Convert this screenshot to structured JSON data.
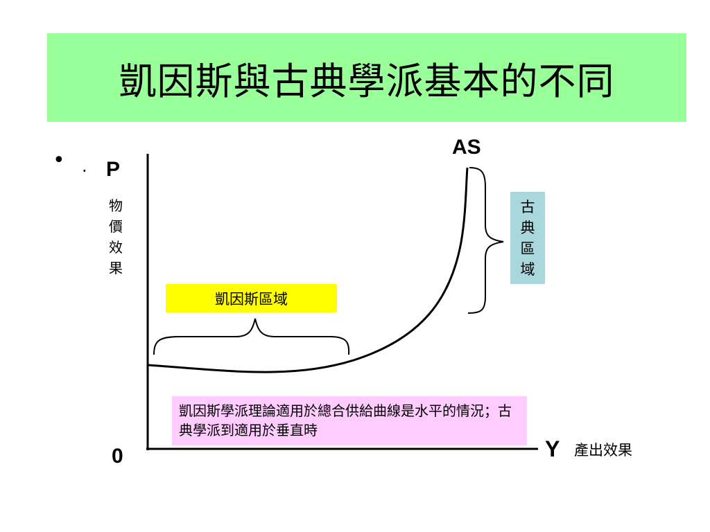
{
  "slide": {
    "title": "凱因斯與古典學派基本的不同",
    "bullet": "•",
    "bullet_dot": "."
  },
  "diagram": {
    "y_axis_letter": "P",
    "y_axis_title": "物價效果",
    "x_axis_letter": "Y",
    "x_axis_title": "產出效果",
    "origin_label": "0",
    "curve_label": "AS",
    "keynesian_region_label": "凱因斯區域",
    "classical_region_label": "古典區域",
    "note": "凱因斯學派理論適用於總合供給曲線是水平的情況；古典學派到適用於垂直時",
    "colors": {
      "title_bg": "#99ff99",
      "keynesian_bg": "#ffff00",
      "classical_bg": "#a8d8dc",
      "note_bg": "#ffccff",
      "line": "#000000"
    }
  }
}
